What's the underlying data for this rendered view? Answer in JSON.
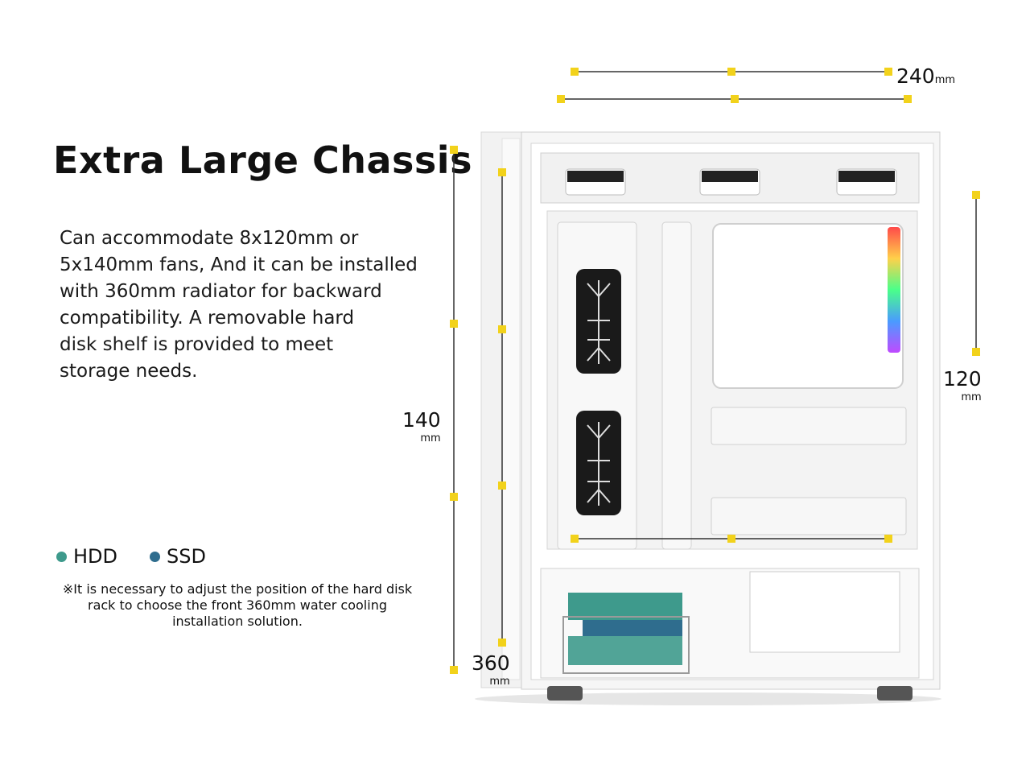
{
  "heading": "Extra Large Chassis",
  "description": [
    "Can accommodate 8x120mm or",
    "5x140mm fans, And it can be installed",
    "with 360mm radiator for backward",
    "compatibility. A removable hard",
    "disk shelf is provided to meet",
    "storage needs."
  ],
  "legend": [
    {
      "label": "HDD",
      "color": "#3e9a8c"
    },
    {
      "label": "SSD",
      "color": "#2f6d8e"
    }
  ],
  "note": [
    "※It is necessary to adjust the position of the hard disk",
    "rack to choose the front 360mm water cooling",
    "installation solution."
  ],
  "dimensions": {
    "top": {
      "value": "240",
      "unit": "mm"
    },
    "right": {
      "value": "120",
      "unit": "mm"
    },
    "left": {
      "value": "140",
      "unit": "mm"
    },
    "bottom": {
      "value": "360",
      "unit": "mm"
    }
  },
  "colors": {
    "marker": "#f2d21b",
    "hdd": "#3e9a8c",
    "ssd": "#2f6d8e",
    "chassis": "#f4f4f4"
  }
}
